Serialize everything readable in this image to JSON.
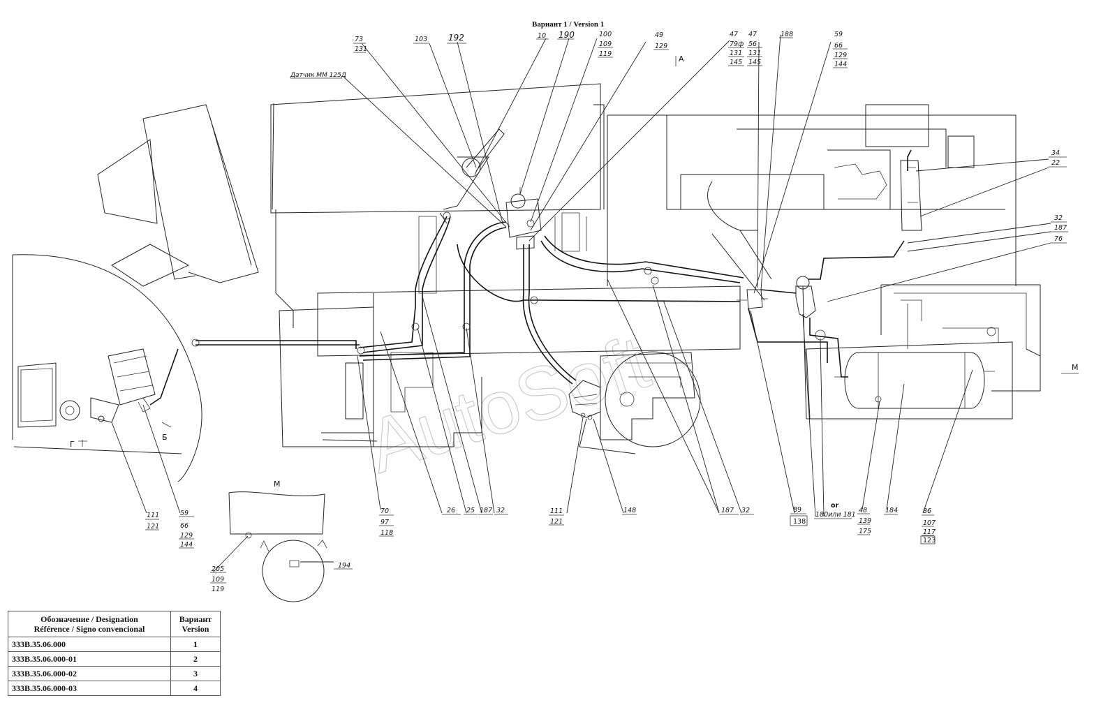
{
  "title": "Вариант 1 / Version 1",
  "sensor_label": "Датчик ММ 125Д",
  "view_marks": {
    "a": "A",
    "b": "Б",
    "m_right": "M",
    "m_detail": "M",
    "g": "Г"
  },
  "watermark": "AutoSoft",
  "callouts": {
    "top": [
      [
        "73",
        "131"
      ],
      [
        "103"
      ],
      [
        "192"
      ],
      [
        "10"
      ],
      [
        "190"
      ],
      [
        "100",
        "109",
        "119"
      ],
      [
        "49",
        "129"
      ],
      [
        "47",
        "79ф",
        "131",
        "145"
      ],
      [
        "47",
        "56",
        "131",
        "145"
      ],
      [
        "188"
      ],
      [
        "59",
        "66",
        "129",
        "144"
      ]
    ],
    "right": [
      "34",
      "22",
      "32",
      "187",
      "76"
    ],
    "bottom": [
      [
        "111",
        "121"
      ],
      [
        "59",
        "66",
        "129",
        "144"
      ],
      [
        "70",
        "97",
        "118"
      ],
      [
        "26"
      ],
      [
        "25"
      ],
      [
        "187"
      ],
      [
        "32"
      ],
      [
        "111",
        "121"
      ],
      [
        "148"
      ],
      [
        "187"
      ],
      [
        "32"
      ],
      [
        "89",
        "138"
      ],
      [
        "or",
        "180или 181"
      ],
      [
        "48",
        "139",
        "175"
      ],
      [
        "184"
      ],
      [
        "86",
        "107",
        "117",
        "123"
      ]
    ],
    "detail": [
      [
        "205",
        "109",
        "119"
      ],
      [
        "194"
      ]
    ]
  },
  "legend": {
    "headers": {
      "designation": "Обозначение / Designation\nRéférence / Signo convencional",
      "version": "Вариант\nVersion"
    },
    "rows": [
      {
        "designation": "333B.35.06.000",
        "version": "1"
      },
      {
        "designation": "333B.35.06.000-01",
        "version": "2"
      },
      {
        "designation": "333B.35.06.000-02",
        "version": "3"
      },
      {
        "designation": "333B.35.06.000-03",
        "version": "4"
      }
    ]
  }
}
